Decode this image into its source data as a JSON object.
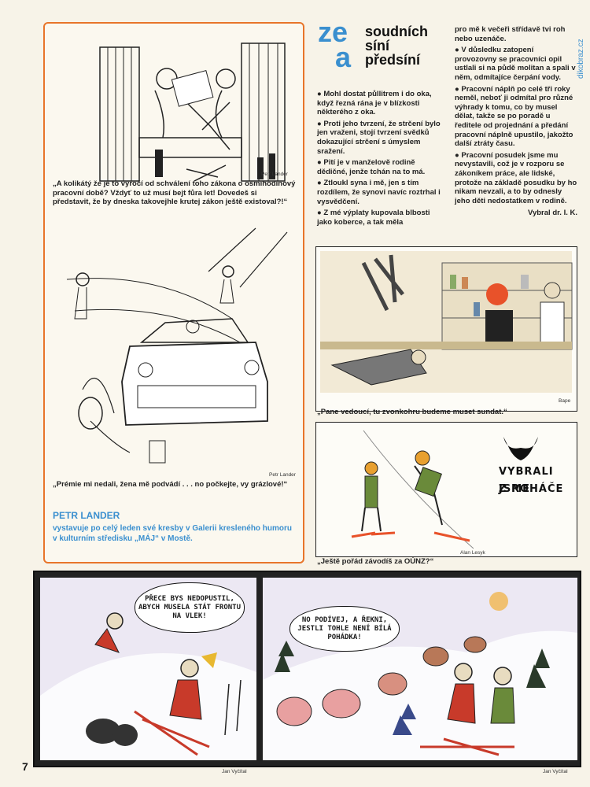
{
  "site_mark": "dikobraz.cz",
  "page_number": "7",
  "column": {
    "header_ze": "ze",
    "header_a": "a",
    "header_line1": "soudních",
    "header_line2": "síní",
    "header_line3": "předsíní",
    "top_right_text": "pro mě k večeři střídavě tvi roh nebo uzenáče.",
    "items_left": [
      "Mohl dostat půllitrem i do oka, když řezná rána je v blízkosti některého z oka.",
      "Proti jeho tvrzení, že strčení bylo jen vraženi, stojí tvrzení svědků dokazující strčení s úmyslem sražení.",
      "Pití je v manželově rodině dědičné, jenže tchán na to má.",
      "Ztloukl syna i mě, jen s tím rozdílem, že synovi navíc roztrhal i vysvědčení.",
      "Z mé výplaty kupovala blbosti jako koberce, a tak měla"
    ],
    "items_right": [
      "V důsledku zatopení provozovny se pracovníci opil ustlali si na půdě molitan a spali v něm, odmítajíce čerpání vody.",
      "Pracovní náplň po celé tři roky neměl, neboť ji odmítal pro různé výhrady k tomu, co by musel dělat, takže se po poradě u ředitele od projednání a předání pracovní náplně upustilo, jakožto další ztráty času.",
      "Pracovní posudek jsme mu nevystavili, což je v rozporu se zákoníkem práce, ale lidské, protože na základě posudku by ho nikam nevzali, a to by odnesly jeho děti nedostatkem v rodině."
    ],
    "signature": "Vybral dr. I. K."
  },
  "cartoon1": {
    "credit": "Petr Lander",
    "caption": "„A kolikátý že je to výročí od schválení toho zákona o osmihodinový pracovní době? Vždyť to už musí bejt fůra let! Dovedeš si představit, že by dneska takovejhle krutej zákon ještě existoval?!“"
  },
  "cartoon2": {
    "credit": "Petr Lander",
    "caption": "„Prémie mi nedali, žena mě podvádí . . . no počkejte, vy grázlové!“"
  },
  "exhibit": {
    "title": "PETR LANDER",
    "text": "vystavuje po celý leden své kresby v Galerii kresleného humoru v kulturním středisku „MÁJ“ v Mostě."
  },
  "cartoon3": {
    "credit": "Bape",
    "caption": "„Pane vedoucí, tu zvonkohru budeme muset sundat.“"
  },
  "cartoon4": {
    "credit": "Alan Lesyk",
    "caption": "„Ještě pořád závodíš za OÚNZ?“",
    "rohac_line1": "VYBRALI JSME",
    "rohac_line2": "Z ROHÁČE"
  },
  "strip": {
    "bubble1": "PŘECE BYS NEDOPUSTIL, ABYCH MUSELA STÁT FRONTU NA VLEK!",
    "bubble2": "NO PODÍVEJ, A ŘEKNI, JESTLI TOHLE NENÍ BÍLÁ POHÁDKA!",
    "credit1": "Jan Vyčítal",
    "credit2": "Jan Vyčítal"
  },
  "colors": {
    "accent_orange": "#e8752a",
    "accent_blue": "#3a8fcf"
  }
}
